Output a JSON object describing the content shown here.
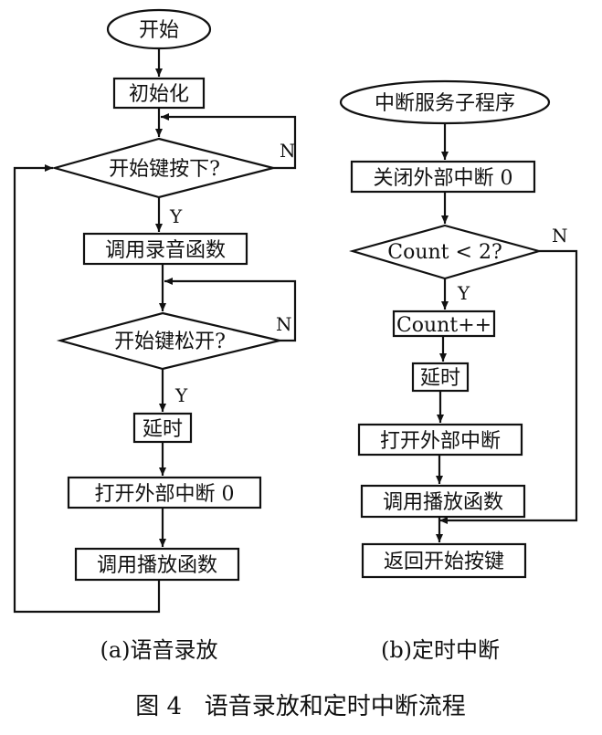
{
  "left_flow": {
    "start": "开始",
    "init": "初始化",
    "dec_press": "开始键按下?",
    "call_record": "调用录音函数",
    "dec_release": "开始键松开?",
    "delay": "延时",
    "open_int0": "打开外部中断 0",
    "call_play": "调用播放函数",
    "yes": "Y",
    "no": "N",
    "caption": "(a)语音录放"
  },
  "right_flow": {
    "isr": "中断服务子程序",
    "close_int0": "关闭外部中断 0",
    "dec_count": "Count < 2?",
    "count_inc": "Count++",
    "delay": "延时",
    "open_int": "打开外部中断",
    "call_play": "调用播放函数",
    "return": "返回开始按键",
    "yes": "Y",
    "no": "N",
    "caption": "(b)定时中断"
  },
  "figure_caption": "图 4   语音录放和定时中断流程"
}
